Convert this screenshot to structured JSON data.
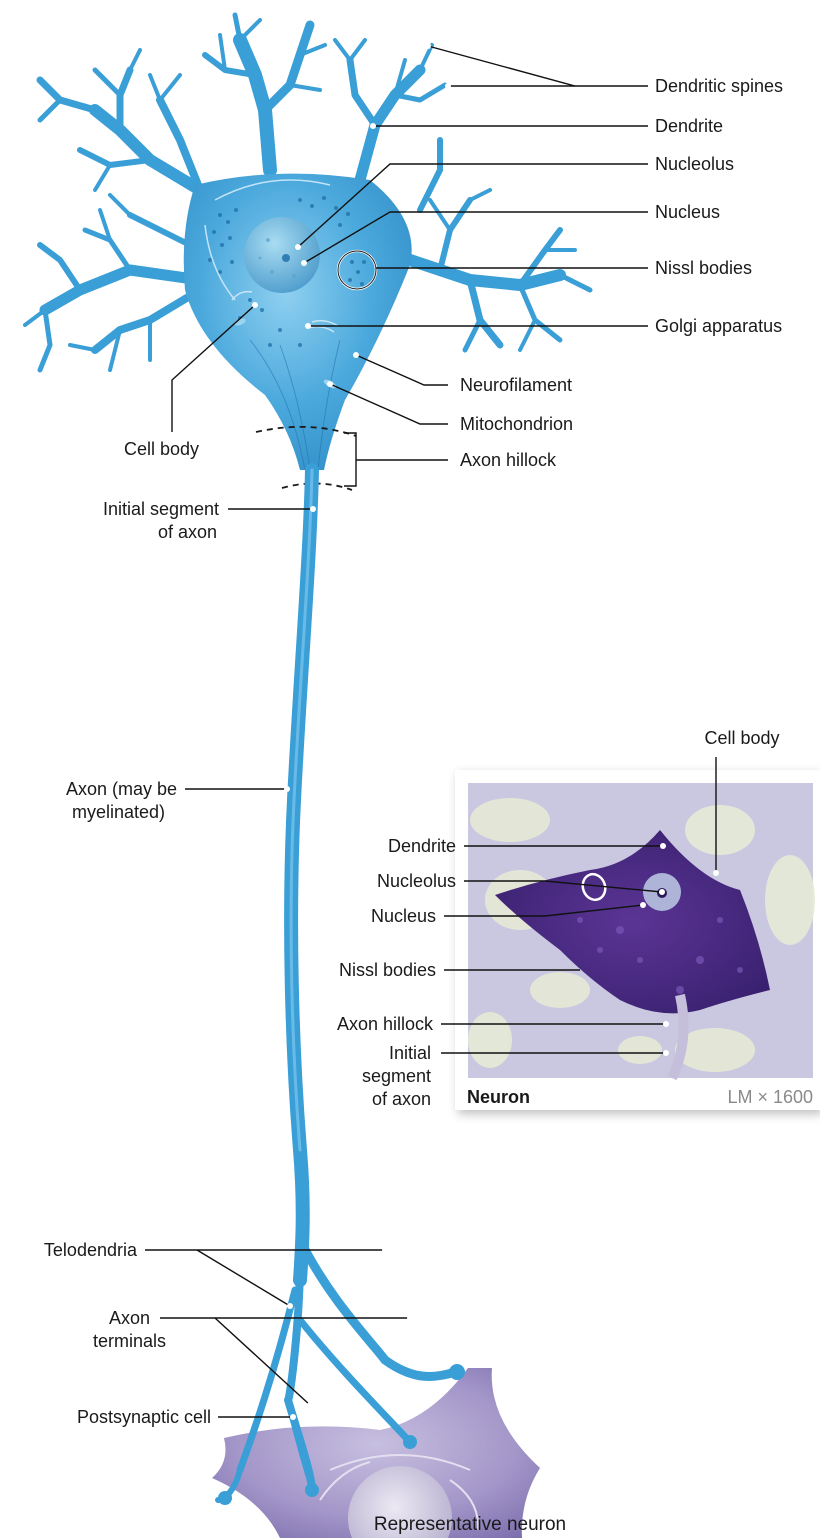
{
  "labels": {
    "dendritic_spines": "Dendritic spines",
    "dendrite": "Dendrite",
    "nucleolus": "Nucleolus",
    "nucleus": "Nucleus",
    "nissl_bodies": "Nissl bodies",
    "golgi_apparatus": "Golgi apparatus",
    "neurofilament": "Neurofilament",
    "mitochondrion": "Mitochondrion",
    "cell_body": "Cell body",
    "axon_hillock": "Axon hillock",
    "initial_segment": [
      "Initial segment",
      "of axon"
    ],
    "axon": [
      "Axon (may be",
      "myelinated)"
    ],
    "telodendria": "Telodendria",
    "axon_terminals": [
      "Axon",
      "terminals"
    ],
    "postsynaptic_cell": "Postsynaptic cell"
  },
  "micrograph": {
    "cell_body": "Cell body",
    "dendrite": "Dendrite",
    "nucleolus": "Nucleolus",
    "nucleus": "Nucleus",
    "nissl_bodies": "Nissl bodies",
    "axon_hillock": "Axon hillock",
    "initial_segment": [
      "Initial",
      "segment",
      "of axon"
    ],
    "title": "Neuron",
    "magnification": "LM × 1600"
  },
  "caption": "Representative neuron",
  "colors": {
    "neuron": "#3a9fd6",
    "neuron_light": "#6cc0ea",
    "postsynaptic": "#9a8dc0",
    "micrograph_bg": "#c9c8e0",
    "stain": "#4a2b82"
  }
}
